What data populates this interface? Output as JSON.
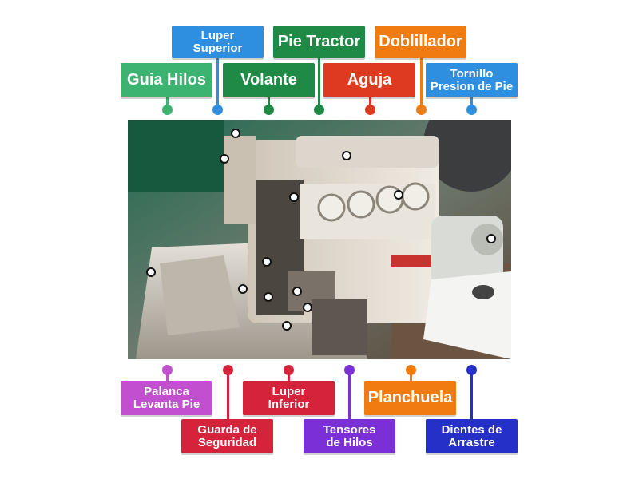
{
  "labels": {
    "guia_hilos": "Guia Hilos",
    "luper_superior": "Luper\nSuperior",
    "volante": "Volante",
    "pie_tractor": "Pie Tractor",
    "aguja": "Aguja",
    "doblillador": "Doblillador",
    "tornillo": "Tornillo\nPresion de Pie",
    "palanca": "Palanca\nLevanta Pie",
    "guarda": "Guarda de\nSeguridad",
    "luper_inferior": "Luper\nInferior",
    "tensores": "Tensores\nde Hilos",
    "planchuela": "Planchuela",
    "dientes": "Dientes de\nArrastre"
  },
  "colors": {
    "guia_hilos": "#3cb371",
    "luper_superior": "#2e8fe0",
    "volante": "#1f8a45",
    "pie_tractor": "#1f8a45",
    "aguja": "#dd3a1f",
    "doblillador": "#f07b10",
    "tornillo": "#2e8fe0",
    "palanca": "#c14fd0",
    "guarda": "#d4233a",
    "luper_inferior": "#d4233a",
    "tensores": "#7b2fd6",
    "planchuela": "#f07b10",
    "dientes": "#2430c8"
  },
  "image": {
    "subject": "overlock-sewing-machine-photo"
  }
}
